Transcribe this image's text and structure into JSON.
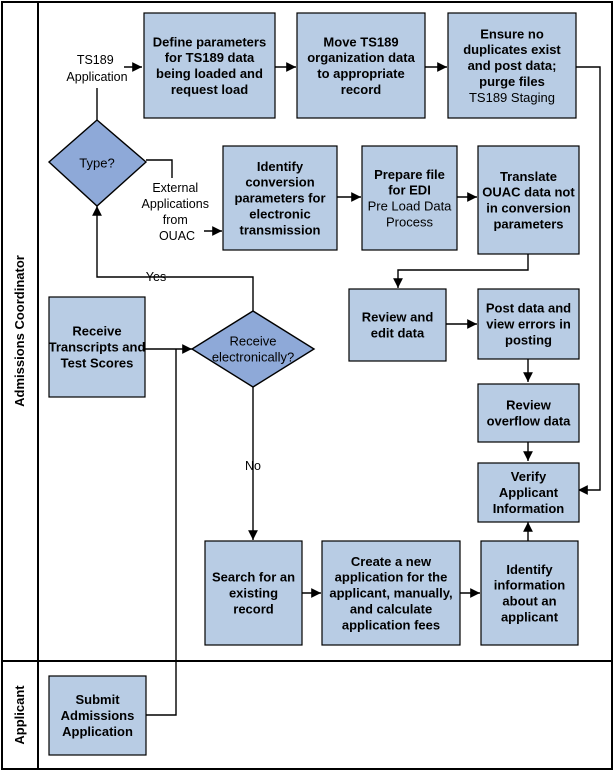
{
  "lanes": {
    "admissions": "Admissions Coordinator",
    "applicant": "Applicant"
  },
  "nodes": {
    "define_params": {
      "bold": [
        "Define parameters",
        "for TS189 data",
        "being loaded and",
        "request load"
      ]
    },
    "move_ts189": {
      "bold": [
        "Move TS189",
        "organization data",
        "to appropriate",
        "record"
      ]
    },
    "ensure_no_dup": {
      "bold": [
        "Ensure no",
        "duplicates exist",
        "and post data;",
        "purge files"
      ],
      "normal": [
        "TS189 Staging"
      ]
    },
    "identify_conversion": {
      "bold": [
        "Identify",
        "conversion",
        "parameters for",
        "electronic",
        "transmission"
      ]
    },
    "prepare_file": {
      "bold": [
        "Prepare file",
        "for EDI"
      ],
      "normal": [
        "Pre Load Data",
        "Process"
      ]
    },
    "translate_ouac": {
      "bold": [
        "Translate",
        "OUAC data not",
        "in conversion",
        "parameters"
      ]
    },
    "receive_transcripts": {
      "bold": [
        "Receive",
        "Transcripts and",
        "Test Scores"
      ]
    },
    "review_edit": {
      "bold": [
        "Review and",
        "edit data"
      ]
    },
    "post_data": {
      "bold": [
        "Post data and",
        "view errors in",
        "posting"
      ]
    },
    "review_overflow": {
      "bold": [
        "Review",
        "overflow data"
      ]
    },
    "verify_applicant": {
      "bold": [
        "Verify",
        "Applicant",
        "Information"
      ]
    },
    "search_record": {
      "bold": [
        "Search for an",
        "existing",
        "record"
      ]
    },
    "create_app": {
      "bold": [
        "Create a new",
        "application for the",
        "applicant, manually,",
        "and calculate",
        "application fees"
      ]
    },
    "identify_info": {
      "bold": [
        "Identify",
        "information",
        "about an",
        "applicant"
      ]
    },
    "submit_app": {
      "bold": [
        "Submit",
        "Admissions",
        "Application"
      ]
    },
    "type_decision": {
      "normal": [
        "Type?"
      ]
    },
    "receive_elec": {
      "normal": [
        "Receive",
        "electronically?"
      ]
    }
  },
  "labels": {
    "ts189_app": [
      "TS189",
      "Application"
    ],
    "external": [
      "External",
      "Applications",
      "from",
      "OUAC"
    ],
    "yes": "Yes",
    "no": "No"
  }
}
